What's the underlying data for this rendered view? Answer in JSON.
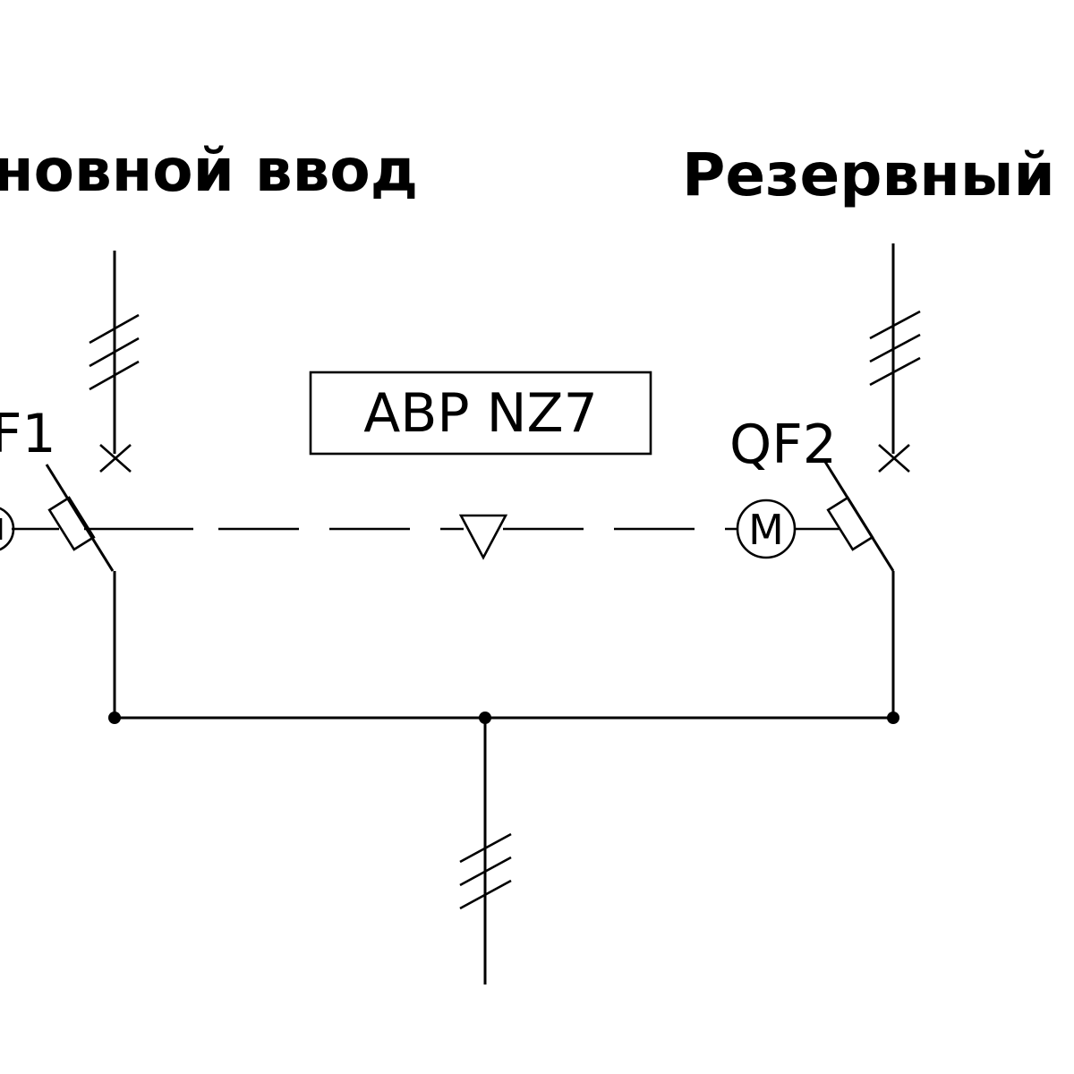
{
  "headings": {
    "main_input": "новной ввод",
    "reserve_input": "Резервный ввод"
  },
  "ats_block": {
    "label": "ABP NZ7"
  },
  "breakers": {
    "left_label": "F1",
    "right_label": "QF2"
  },
  "motor": {
    "label": "M"
  }
}
